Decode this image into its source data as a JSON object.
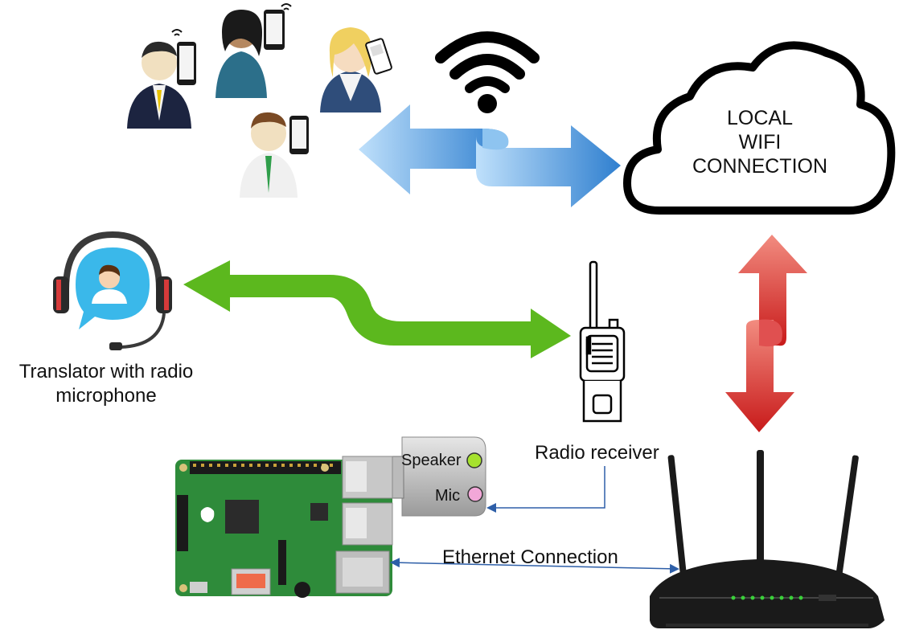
{
  "cloud": {
    "line1": "LOCAL",
    "line2": "WIFI",
    "line3": "CONNECTION"
  },
  "translator": {
    "line1": "Translator with radio",
    "line2": "microphone"
  },
  "radio": {
    "label": "Radio receiver"
  },
  "sound_card": {
    "speaker": "Speaker",
    "mic": "Mic"
  },
  "ethernet": {
    "label": "Ethernet Connection"
  },
  "colors": {
    "green_arrow": "#5cb81e",
    "blue_arrow": "#3d8fd6",
    "red_arrow": "#d32f2f",
    "board": "#2e8b3a",
    "speaker_jack": "#a6e22e",
    "mic_jack": "#f2a7d8",
    "connector_line": "#2e5fa8"
  }
}
